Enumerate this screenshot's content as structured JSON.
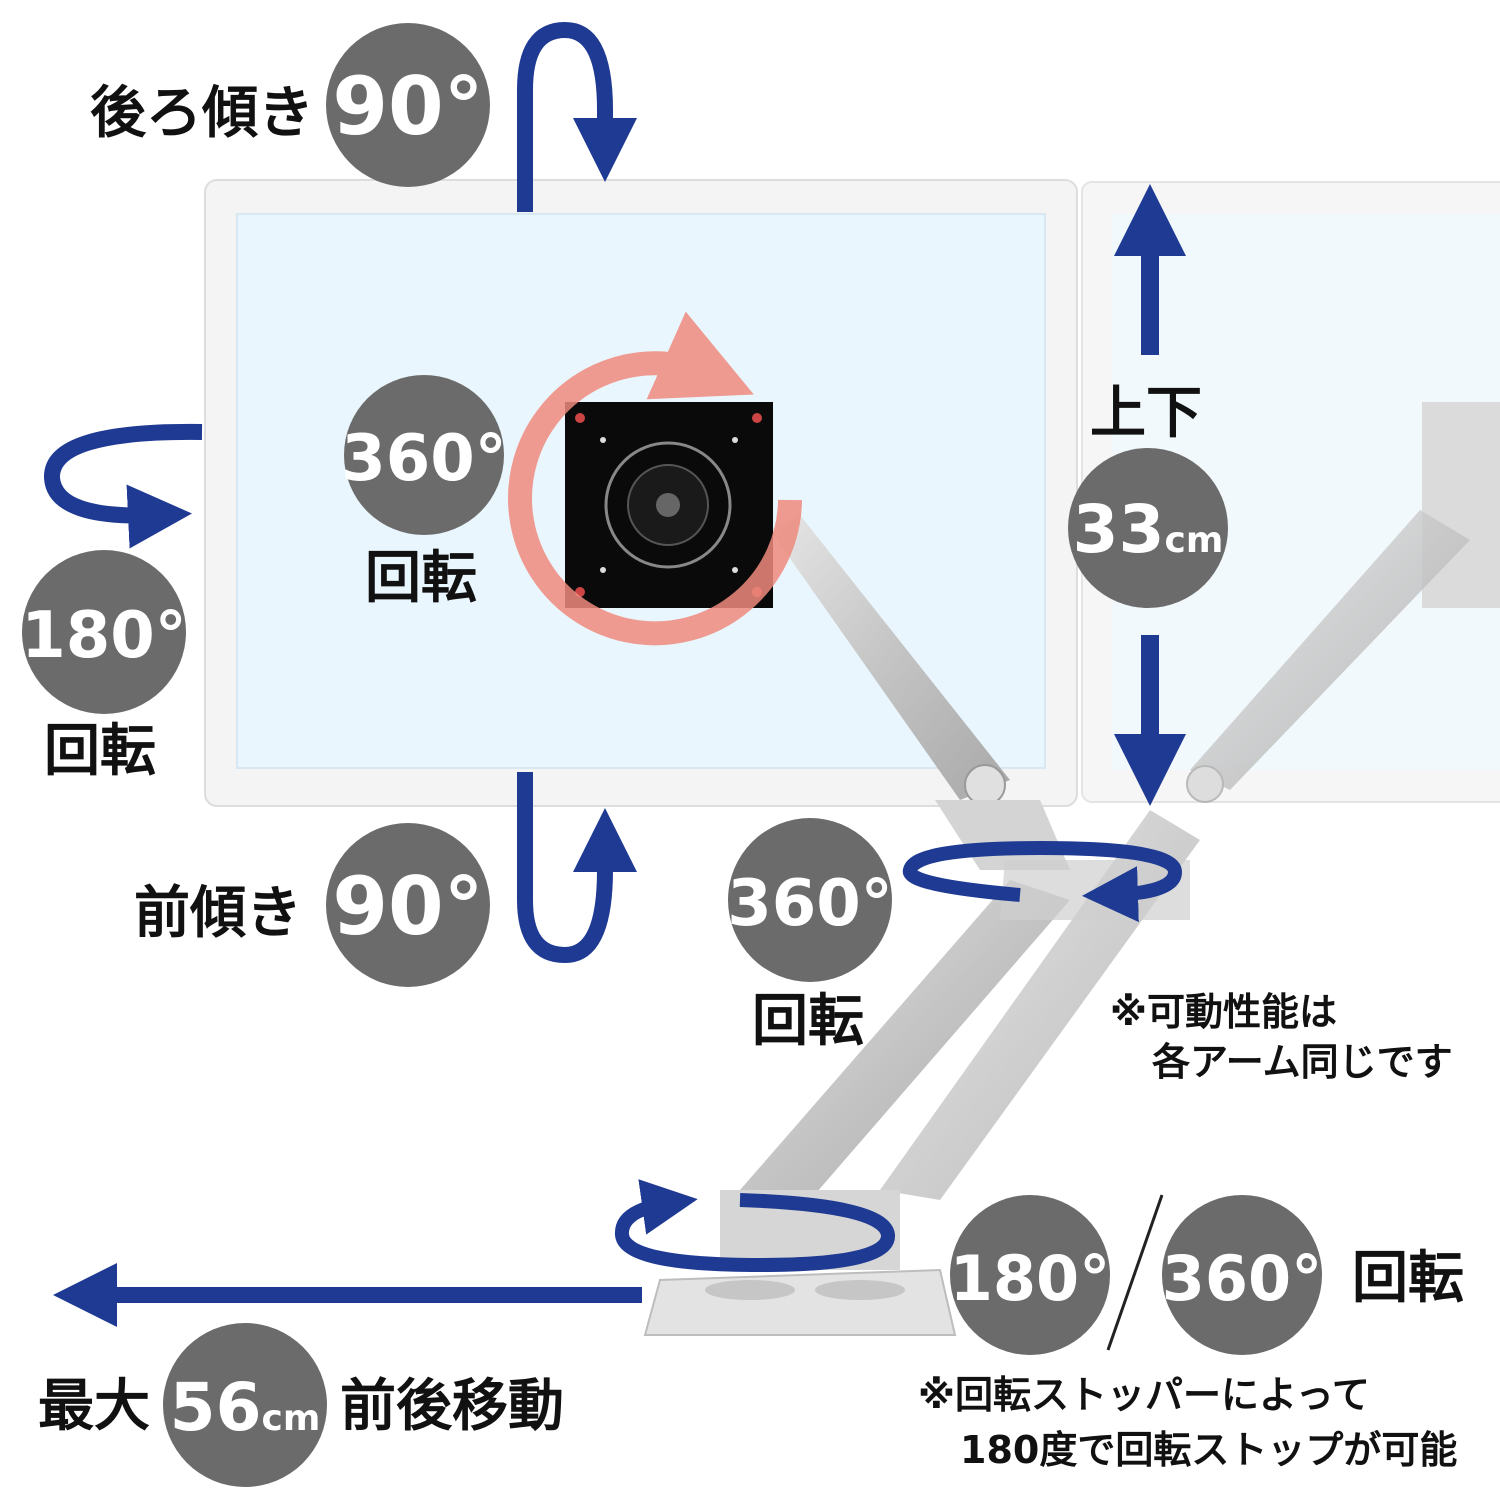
{
  "colors": {
    "arrow": "#1f3a93",
    "badge": "#6b6b6b",
    "rotation_ring": "#ef8b7e",
    "screen": "#e9f6fd",
    "bezel": "#f4f4f4",
    "arm": "#c9c9c9"
  },
  "tilt_back": {
    "label": "後ろ傾き",
    "degrees": "90°"
  },
  "tilt_forward": {
    "label": "前傾き",
    "degrees": "90°"
  },
  "monitor_rotation": {
    "degrees": "360°",
    "label": "回転"
  },
  "side_swivel": {
    "degrees": "180°",
    "label": "回転"
  },
  "height": {
    "label": "上下",
    "value": "33",
    "unit": "cm"
  },
  "elbow_rotation": {
    "degrees": "360°",
    "label": "回転"
  },
  "note_same": {
    "line1": "※可動性能は",
    "line2": "各アーム同じです"
  },
  "base_rotation": {
    "deg_a": "180°",
    "deg_b": "360°",
    "label": "回転"
  },
  "depth": {
    "prefix": "最大",
    "value": "56",
    "unit": "cm",
    "suffix": "前後移動"
  },
  "note_stopper": {
    "line1": "※回転ストッパーによって",
    "line2": "180度で回転ストップが可能"
  }
}
